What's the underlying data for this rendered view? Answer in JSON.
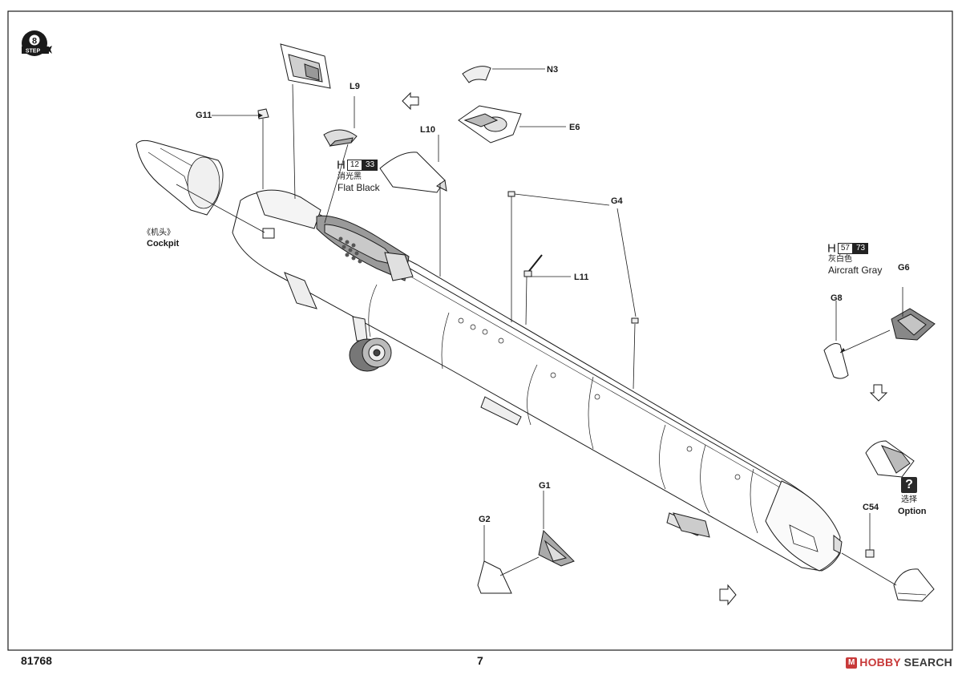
{
  "step_badge": {
    "label": "STEP",
    "number": "8"
  },
  "parts": {
    "g11": "G11",
    "l9": "L9",
    "l10": "L10",
    "n3": "N3",
    "e6": "E6",
    "g4": "G4",
    "l11": "L11",
    "g6": "G6",
    "g8": "G8",
    "g1": "G1",
    "g2": "G2",
    "c54": "C54"
  },
  "cockpit": {
    "cn": "《机头》",
    "en": "Cockpit"
  },
  "paint_flat_black": {
    "prefix": "H",
    "code1": "12",
    "code2": "33",
    "cn": "消光黑",
    "en": "Flat Black"
  },
  "paint_aircraft_gray": {
    "prefix": "H",
    "code1": "57",
    "code2": "73",
    "cn": "灰白色",
    "en": "Aircraft Gray"
  },
  "option": {
    "icon": "?",
    "cn": "选择",
    "en": "Option"
  },
  "footer": {
    "model_number": "81768",
    "page_number": "7"
  },
  "watermark": {
    "logo": "M",
    "brand": "HOBBY",
    "suffix": "SEARCH"
  },
  "colors": {
    "ink": "#1a1a1a",
    "shade": "#8a8a8a",
    "light": "#e6e6e6",
    "watermark_red": "#c83a3a"
  }
}
